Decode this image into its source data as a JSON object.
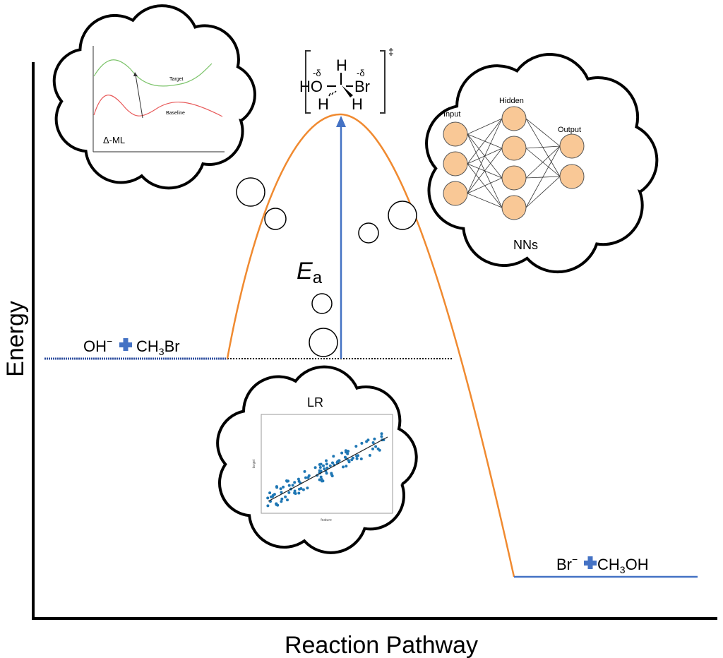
{
  "axes": {
    "y_label": "Energy",
    "x_label": "Reaction Pathway"
  },
  "reactants": {
    "left": "OH",
    "left_charge": "−",
    "right": "CH",
    "right_sub": "3",
    "right_end": "Br"
  },
  "products": {
    "left": "Br",
    "left_charge": "−",
    "right": "CH",
    "right_sub": "3",
    "right_end": "OH"
  },
  "activation": {
    "symbol": "E",
    "subscript": "a"
  },
  "transition_state": {
    "top_h": "H",
    "left_group": "HO",
    "right_group": "Br",
    "bottom_left_h": "H",
    "bottom_right_h": "H",
    "partial_left": "-δ",
    "partial_right": "-δ",
    "dagger": "‡"
  },
  "delta_ml": {
    "label": "Δ-ML",
    "target": "Target",
    "baseline": "Baseline"
  },
  "nn": {
    "label": "NNs",
    "input": "Input",
    "hidden": "Hidden",
    "output": "Output",
    "layers": [
      3,
      4,
      2
    ]
  },
  "lr": {
    "label": "LR",
    "xlabel": "feature",
    "ylabel": "target"
  },
  "colors": {
    "curve": "#f08a30",
    "arrow": "#4472c4",
    "level": "#2f4f9f",
    "plus": "#4472c4",
    "node": "#f9c896",
    "scatter": "#1f77b4",
    "target_line": "#7cc36a",
    "baseline_line": "#e85a5a"
  }
}
